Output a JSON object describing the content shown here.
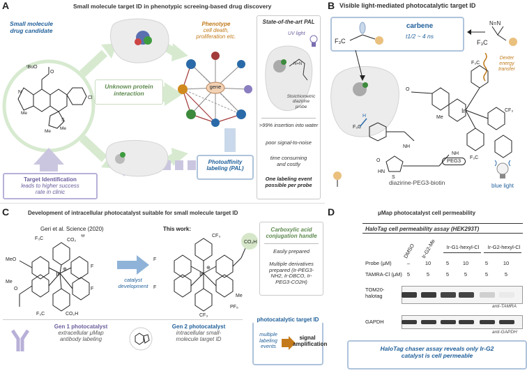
{
  "panelA": {
    "letter": "A",
    "title": "Small molecule target ID in phenotypic screeing-based drug discovery",
    "candidate_l1": "Small molecule",
    "candidate_l2": "drug candidate",
    "phenotype_title": "Phenotype",
    "phenotype_l1": "cell death,",
    "phenotype_l2": "proliferation etc.",
    "unknown_l1": "Unknown protein",
    "unknown_l2": "interaction",
    "gene": "gene",
    "target_id_title": "Target Identification",
    "target_id_l1": "leads to higher success",
    "target_id_l2": "rate in clinic",
    "pal_l1": "Photoaffinity",
    "pal_l2": "labeling (PAL)",
    "sota_title": "State-of-the-art PAL",
    "uv_light": "UV light",
    "stoich_l1": "Stoichiometric",
    "stoich_l2": "diazirine",
    "stoich_l3": "probe",
    "point1": ">99% insertion into water",
    "point2": "poor signal-to-noise",
    "point3_l1": "time consuming",
    "point3_l2": "and costly",
    "point4_l1": "One labeling event",
    "point4_l2": "possible per probe",
    "mol_labels": {
      "tbuo": "tBuO",
      "o": "O",
      "n": "N",
      "me": "Me",
      "s": "S",
      "cl": "Cl"
    }
  },
  "panelB": {
    "letter": "B",
    "title": "Visible light-mediated photocatalytic target ID",
    "carbene": "carbene",
    "halflife": "t1/2 ~ 4 ns",
    "dexter_l1": "Dexter",
    "dexter_l2": "energy",
    "dexter_l3": "transfer",
    "probe_name": "diazirine-PEG3-biotin",
    "peg3": "PEG3",
    "blue_light": "blue light",
    "mol_labels": {
      "cf3": "F3C",
      "n": "N",
      "ir": "Ir",
      "me": "Me",
      "o": "O",
      "nh": "NH",
      "hn": "HN",
      "s": "S",
      "h": "H",
      "f": "F"
    }
  },
  "panelC": {
    "letter": "C",
    "title": "Development of intracellular photocatalyst suitable for small molecule target ID",
    "geri": "Geri et al. Science (2020)",
    "this_work": "This work:",
    "catalyst_dev_l1": "catalyst",
    "catalyst_dev_l2": "development",
    "handle_l1": "Carboxylic acid",
    "handle_l2": "conjugation handle",
    "easily": "Easily prepared",
    "multi_l1": "Multiple derivatives",
    "multi_l2": "prepared (Ir-PEG3-",
    "multi_l3": "NH2, Ir-DBCO, Ir-",
    "multi_l4": "PEG3-CO2H)",
    "gen1_title": "Gen 1 photocatalyst",
    "gen1_l1": "extracellular μMap",
    "gen1_l2": "antibody labeling",
    "gen2_title": "Gen 2 photocatalyst",
    "gen2_l1": "intracellular small-",
    "gen2_l2": "molecule target ID",
    "ptid_title": "photocatalytic target ID",
    "multiple_l1": "multiple",
    "multiple_l2": "labeling",
    "multiple_l3": "events",
    "signal_l1": "signal",
    "signal_l2": "amplification",
    "mol_labels": {
      "cf3": "CF3",
      "f3c": "F3C",
      "co2": "CO2",
      "co2h": "CO2H",
      "meo": "MeO",
      "me": "Me",
      "o": "O",
      "n": "N",
      "ir": "Ir",
      "f": "F",
      "pf6": "PF6",
      "plus": "⊕",
      "minus": "⊖"
    }
  },
  "panelD": {
    "letter": "D",
    "title": "μMap photocatalyst cell permeability",
    "assay": "HaloTag cell permeability assay  (HEK293T)",
    "columns": [
      "DMSO",
      "Ir-G2-Me",
      "Ir-G1-hexyl-Cl",
      "Ir-G2-hexyl-Cl"
    ],
    "probe_label": "Probe (μM)",
    "probe_values": [
      "–",
      "10",
      "5",
      "10",
      "5",
      "10"
    ],
    "tamra_label": "TAMRA-Cl (μM)",
    "tamra_values": [
      "5",
      "5",
      "5",
      "5",
      "5",
      "5"
    ],
    "blot1_label_l1": "TOM20-",
    "blot1_label_l2": "halotag",
    "blot1_antibody": "anti-TAMRA",
    "blot1_intensity": [
      1.0,
      1.0,
      0.95,
      0.95,
      0.2,
      0.05
    ],
    "blot2_label": "GAPDH",
    "blot2_antibody": "anti-GAPDH",
    "blot2_intensity": [
      1.0,
      1.0,
      1.0,
      1.0,
      1.0,
      1.0
    ],
    "conclusion_l1": "HaloTag chaser assay reveals only Ir-G2",
    "conclusion_l2": "catalyst is cell permeable"
  },
  "colors": {
    "blue": "#1f5f99",
    "orange": "#c07a1a",
    "green": "#5d8a4e",
    "purple": "#6a5d9c",
    "node_blue": "#2b6aa8",
    "node_red": "#a23b3b",
    "node_orange": "#d18a1e",
    "node_green": "#3d8a3d"
  }
}
